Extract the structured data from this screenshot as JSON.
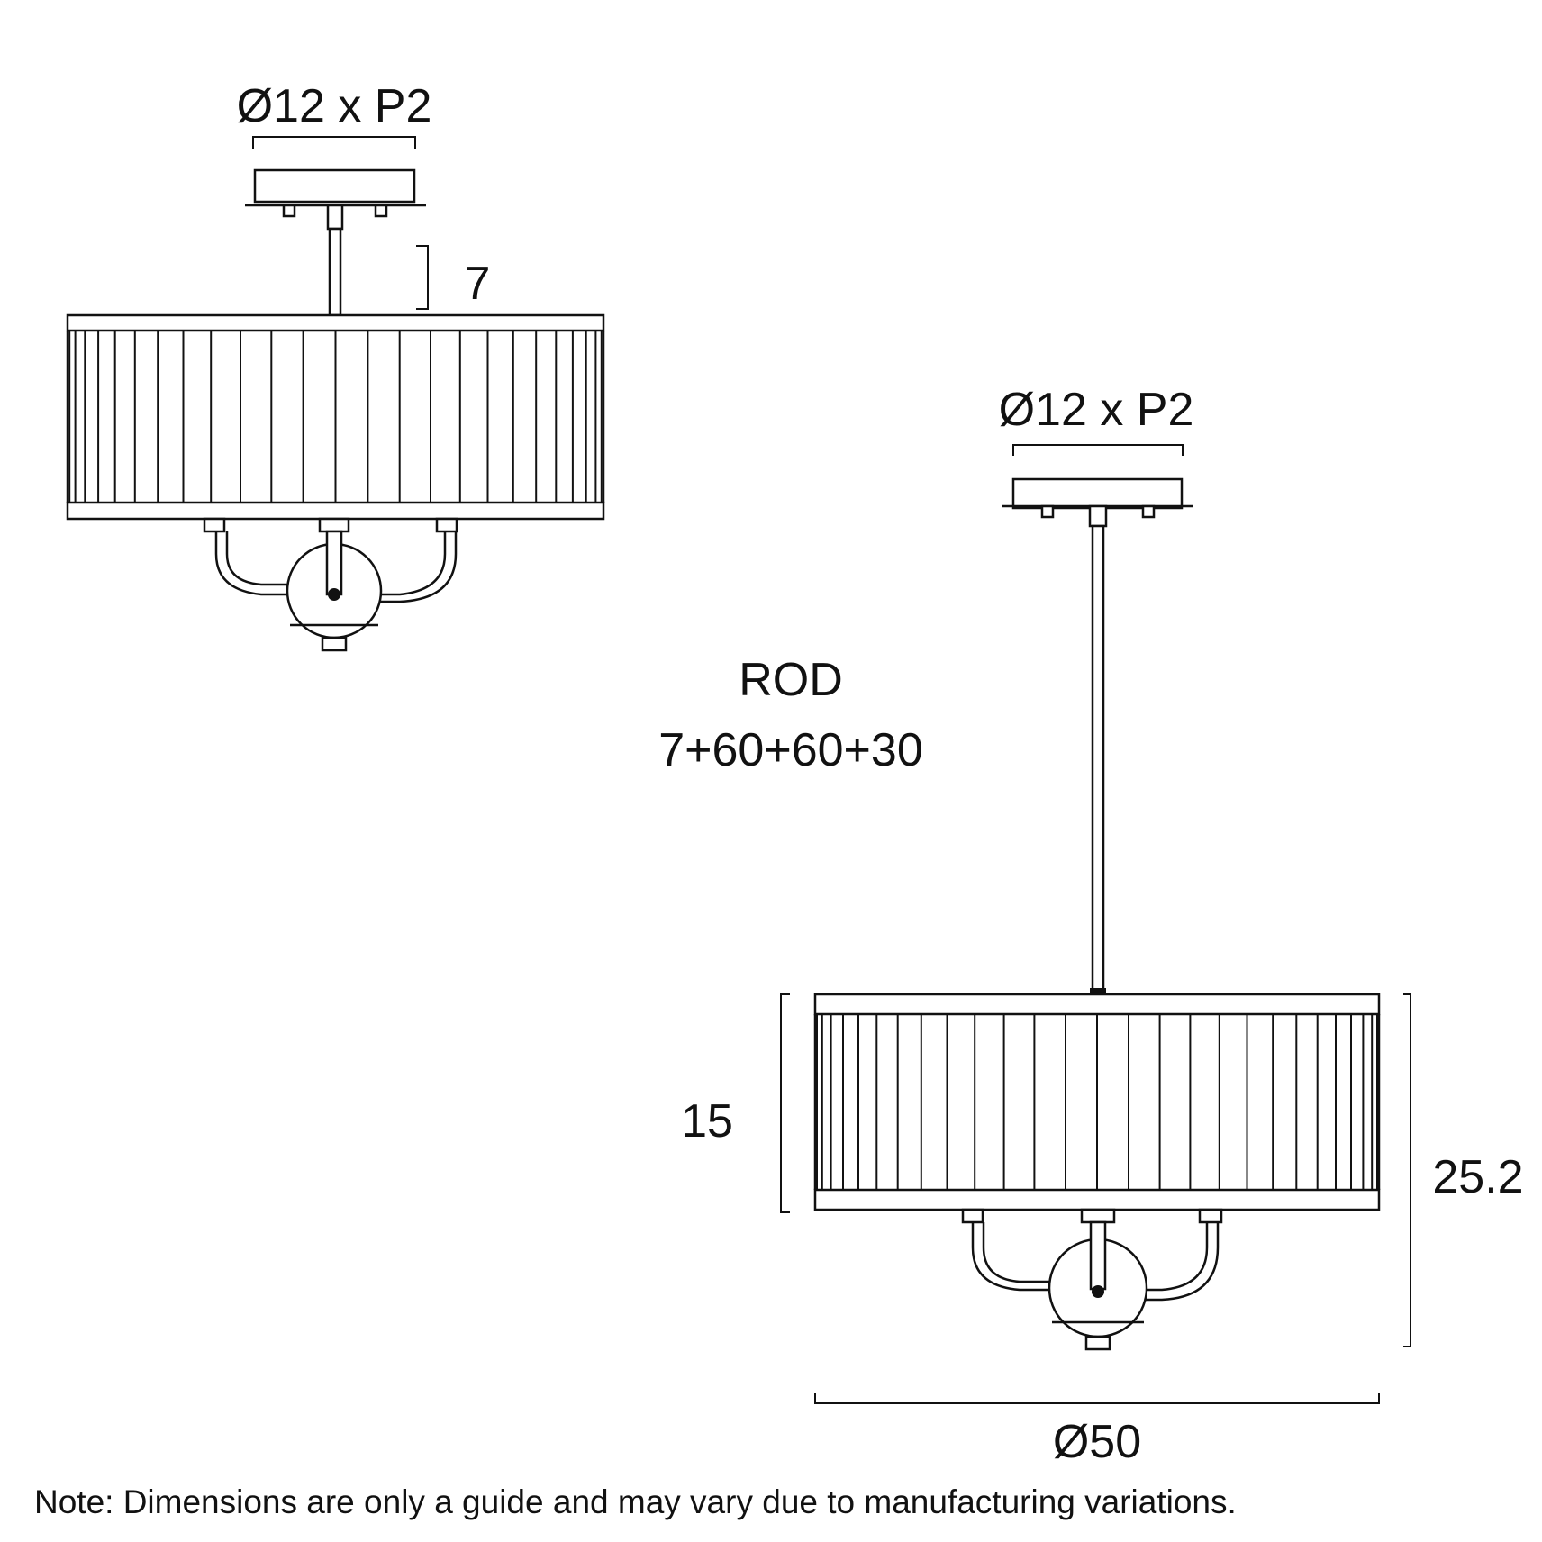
{
  "title": "",
  "dimensions": {
    "top_left_canopy": "Ø12 x P2",
    "top_left_drop": "7",
    "right_canopy": "Ø12 x P2",
    "rod_label": "ROD",
    "rod_lengths": "7+60+60+30",
    "shade_height": "15",
    "overall_height": "25.2",
    "diameter": "Ø50"
  },
  "note": "Note: Dimensions are only a guide and may vary due to manufacturing variations.",
  "colors": {
    "line": "#111111",
    "background": "#ffffff"
  }
}
